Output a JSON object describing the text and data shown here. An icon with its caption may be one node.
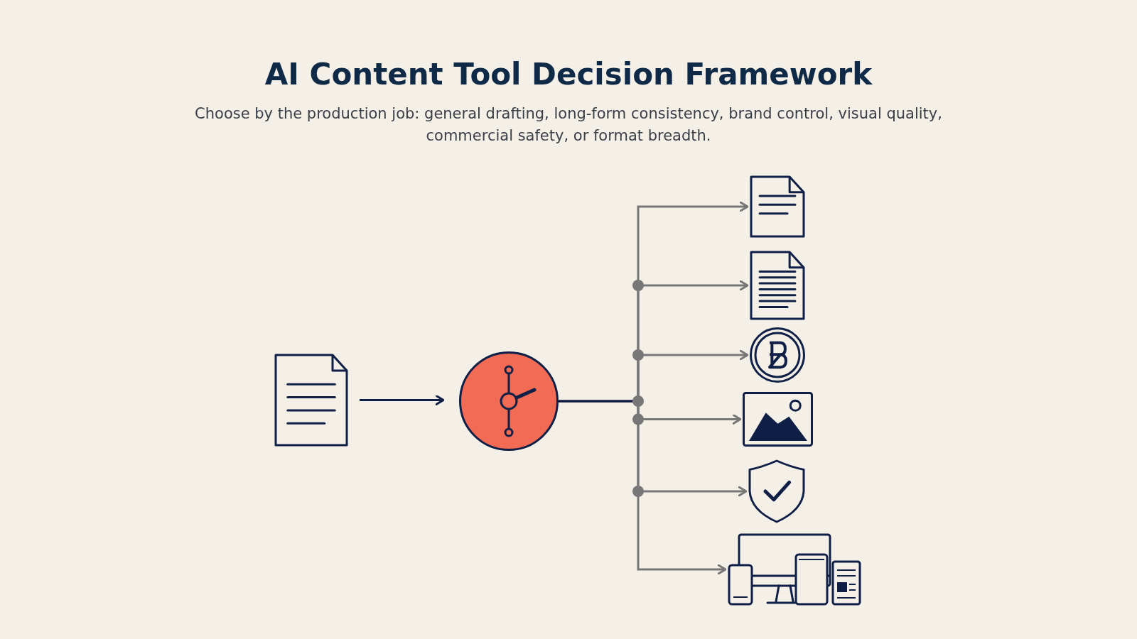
{
  "diagram": {
    "title": "AI Content Tool Decision Framework",
    "caption": "Choose by the production job: general drafting, long-form consistency, brand control, visual quality, commercial safety, or format breadth.",
    "nodes": [
      {
        "text": [],
        "shape": "document"
      },
      {
        "text": [],
        "shape": "circle"
      },
      {
        "text": [],
        "shape": "document"
      },
      {
        "text": [],
        "shape": "document"
      },
      {
        "text": [],
        "shape": "badge"
      },
      {
        "text": [],
        "shape": "picture"
      },
      {
        "text": [],
        "shape": "shield"
      },
      {
        "text": [],
        "shape": "devices"
      }
    ],
    "edges": [
      {
        "from": 0,
        "to": 1,
        "arrow": "to",
        "color": "#0f1f45"
      },
      {
        "from": 1,
        "to": 2,
        "arrow": "to"
      },
      {
        "from": 1,
        "to": 3,
        "arrow": "to"
      },
      {
        "from": 1,
        "to": 4,
        "arrow": "to"
      },
      {
        "from": 1,
        "to": 5,
        "arrow": "to"
      },
      {
        "from": 1,
        "to": 6,
        "arrow": "to"
      },
      {
        "from": 1,
        "to": 7,
        "arrow": "to"
      }
    ]
  }
}
